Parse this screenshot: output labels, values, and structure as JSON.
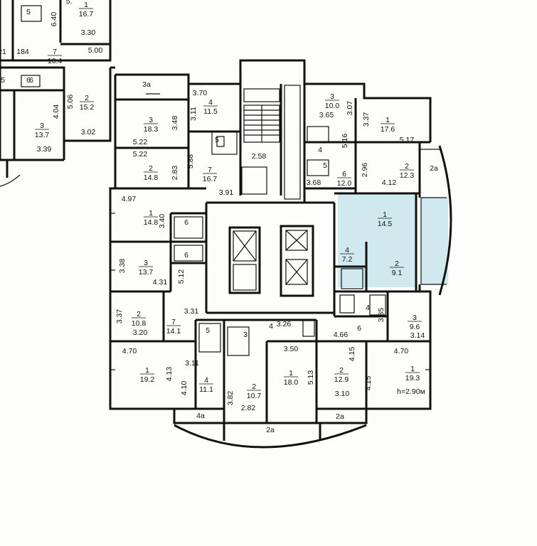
{
  "ceiling_height": "h=2.90м",
  "rooms": [
    {
      "id": "1",
      "area": "16.7"
    },
    {
      "id": "7",
      "area": "16.4"
    },
    {
      "id": "2",
      "area": "15.2"
    },
    {
      "id": "3",
      "area": "13.7"
    },
    {
      "id": "5",
      "area": ""
    },
    {
      "id": "6",
      "area": ""
    },
    {
      "id": "3",
      "area": "18.3"
    },
    {
      "id": "4",
      "area": "11.5"
    },
    {
      "id": "2",
      "area": "14.8"
    },
    {
      "id": "7",
      "area": "16.7"
    },
    {
      "id": "5",
      "area": ""
    },
    {
      "id": "3",
      "area": "10.0"
    },
    {
      "id": "1",
      "area": "17.6"
    },
    {
      "id": "4",
      "area": ""
    },
    {
      "id": "5",
      "area": ""
    },
    {
      "id": "6",
      "area": "12.0"
    },
    {
      "id": "2",
      "area": "12.3"
    },
    {
      "id": "1",
      "area": "14.8"
    },
    {
      "id": "6",
      "area": ""
    },
    {
      "id": "6",
      "area": ""
    },
    {
      "id": "3",
      "area": "13.7"
    },
    {
      "id": "1",
      "area": "14.5"
    },
    {
      "id": "4",
      "area": "7.2"
    },
    {
      "id": "2",
      "area": "9.1"
    },
    {
      "id": "2",
      "area": "10.8"
    },
    {
      "id": "7",
      "area": "14.1"
    },
    {
      "id": "5",
      "area": ""
    },
    {
      "id": "3",
      "area": ""
    },
    {
      "id": "4",
      "area": ""
    },
    {
      "id": "4",
      "area": ""
    },
    {
      "id": "3",
      "area": "9.6"
    },
    {
      "id": "6",
      "area": ""
    },
    {
      "id": "1",
      "area": "19.2"
    },
    {
      "id": "4",
      "area": "11.1"
    },
    {
      "id": "2",
      "area": "10.7"
    },
    {
      "id": "1",
      "area": "18.0"
    },
    {
      "id": "2",
      "area": "12.9"
    },
    {
      "id": "1",
      "area": "19.3"
    }
  ],
  "dimensions": [
    "5.",
    "6.40",
    "3.30",
    "5.00",
    "21",
    "184",
    "5",
    "6",
    "5.06",
    "4.04",
    "3.02",
    "3.39",
    "3.70",
    "3.11",
    "3.48",
    "5.22",
    "5.22",
    "5.88",
    "2.83",
    "2.58",
    "3.65",
    "3.07",
    "3.37",
    "5.17",
    "5.16",
    "2.96",
    "4.12",
    "3.68",
    "4.97",
    "3.91",
    "3.40",
    "3.38",
    "4.31",
    "5.12",
    "3.37",
    "3.20",
    "3.31",
    "3.26",
    "4.66",
    "3.35",
    "3.14",
    "4.70",
    "3.11",
    "4.13",
    "3.50",
    "5.13",
    "4.15",
    "4.70",
    "4.10",
    "3.82",
    "2.82",
    "3.10",
    "4.15"
  ],
  "balconies": [
    "3a",
    "2a",
    "4a",
    "2a",
    "2a"
  ]
}
